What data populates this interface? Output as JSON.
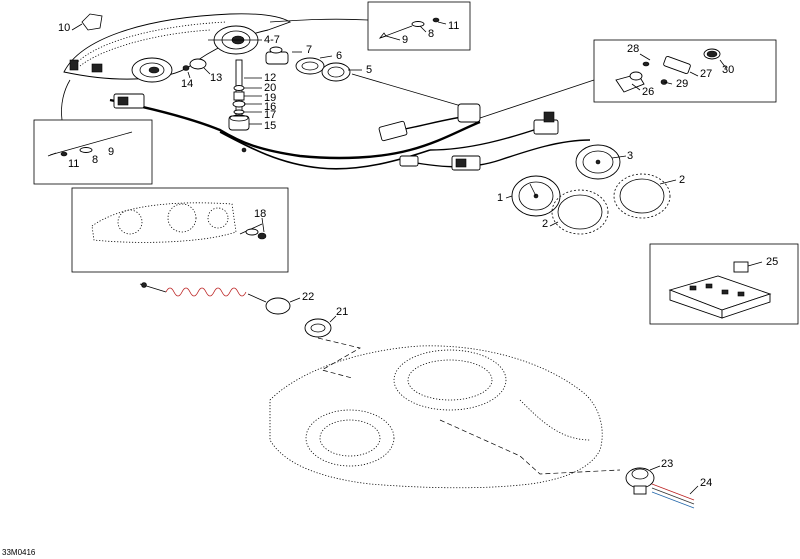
{
  "reference_code": "33M0416",
  "callouts": {
    "c1": "1",
    "c2a": "2",
    "c2b": "2",
    "c3": "3",
    "c4_7": "4-7",
    "c5": "5",
    "c6": "6",
    "c7": "7",
    "c8a": "8",
    "c8b": "8",
    "c9a": "9",
    "c9b": "9",
    "c10": "10",
    "c11a": "11",
    "c11b": "11",
    "c12": "12",
    "c13": "13",
    "c14": "14",
    "c15": "15",
    "c16": "16",
    "c17": "17",
    "c18": "18",
    "c19": "19",
    "c20": "20",
    "c21": "21",
    "c22": "22",
    "c23": "23",
    "c24": "24",
    "c25": "25",
    "c26": "26",
    "c27": "27",
    "c28": "28",
    "c29": "29",
    "c30": "30"
  }
}
